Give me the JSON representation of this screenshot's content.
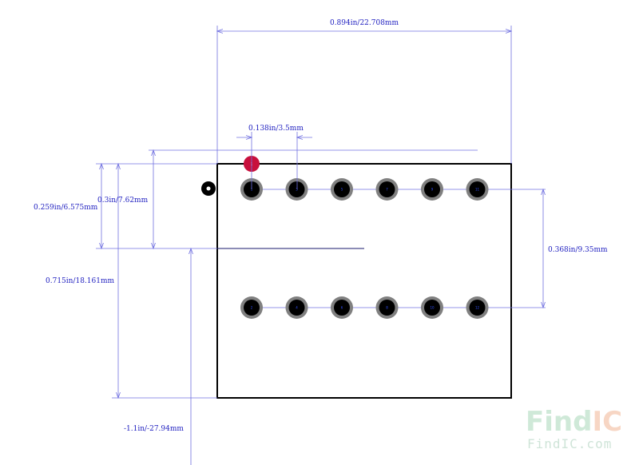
{
  "dimensions": {
    "top_width": "0.894in/22.708mm",
    "pitch": "0.138in/3.5mm",
    "pin1_offset": "0.259in/6.575mm",
    "row_offset": "0.3in/7.62mm",
    "body_height": "0.715in/18.161mm",
    "row_spacing": "0.368in/9.35mm",
    "origin_offset": "-1.1in/-27.94mm"
  },
  "pins": {
    "top_row": [
      "1",
      "3",
      "5",
      "7",
      "9",
      "11"
    ],
    "bottom_row": [
      "2",
      "4",
      "6",
      "8",
      "10",
      "12"
    ]
  },
  "colors": {
    "outline": "#000000",
    "dimension": "#7070e0",
    "pad_ring": "#808080",
    "pin1_marker": "#c8103c"
  },
  "watermark": {
    "brand_main": "Find",
    "brand_accent": "IC",
    "url": "FindIC.com"
  }
}
